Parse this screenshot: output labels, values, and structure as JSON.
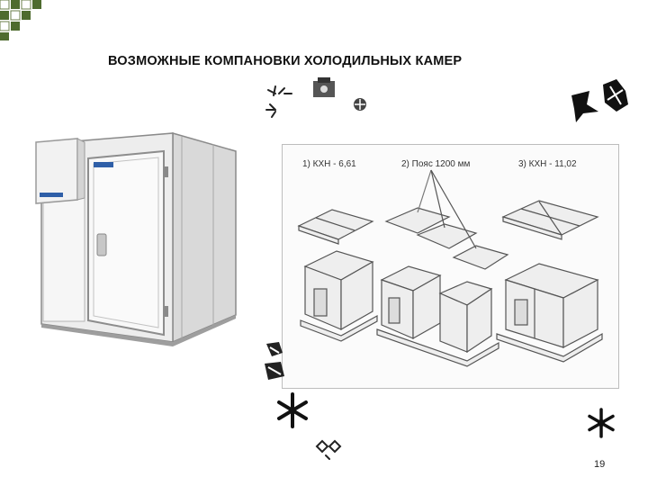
{
  "slide": {
    "title": "ВОЗМОЖНЫЕ КОМПАНОВКИ ХОЛОДИЛЬНЫХ КАМЕР",
    "page_number": "19"
  },
  "diagram": {
    "labels": [
      "1) КХН - 6,61",
      "2) Пояс 1200 мм",
      "3) КХН - 11,02"
    ]
  },
  "icons": {
    "corner": "corner-squares-decoration",
    "photo": "refrigerated-chamber-photo",
    "snowflakes": "snowflake-icon"
  },
  "colors": {
    "corner_green": "#4e6b2e",
    "panel_light": "#f4f4f4",
    "frame_grey": "#8a8a8a",
    "diagram_line": "#555555"
  }
}
